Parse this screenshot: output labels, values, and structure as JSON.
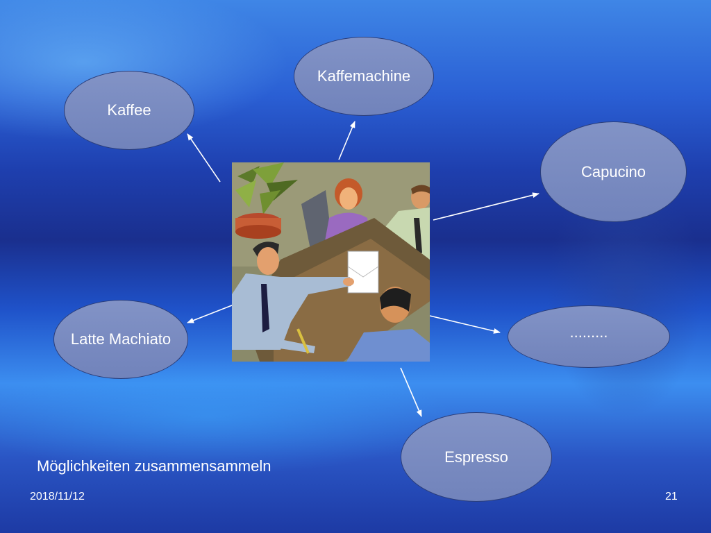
{
  "nodes": {
    "kaffee": "Kaffee",
    "kaffemachine": "Kaffemachine",
    "capucino": "Capucino",
    "latte": "Latte Machiato",
    "more": ".........",
    "espresso": "Espresso"
  },
  "caption": "Möglichkeiten zusammensammeln",
  "footer": {
    "date": "2018/11/12",
    "page": "21"
  },
  "colors": {
    "node_fill": "#7687bf",
    "node_border": "#2b3e7a",
    "arrow": "#ffffff"
  }
}
